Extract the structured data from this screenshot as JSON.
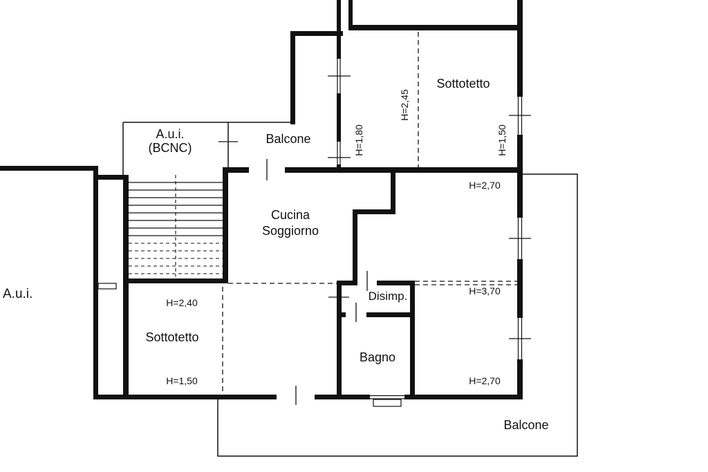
{
  "plan": {
    "title": "floor-plan",
    "rooms": {
      "aui_bcnc_line1": "A.u.i.",
      "aui_bcnc_line2": "(BCNC)",
      "balcone_top": "Balcone",
      "sottotetto_top": "Sottotetto",
      "cucina_line1": "Cucina",
      "cucina_line2": "Soggiorno",
      "aui_left": "A.u.i.",
      "sottotetto_left": "Sottotetto",
      "disimp": "Disimp.",
      "bagno": "Bagno",
      "balcone_bottom": "Balcone"
    },
    "heights": {
      "h245": "H=2,45",
      "h180": "H=1,80",
      "h150_top": "H=1,50",
      "h270_top": "H=2,70",
      "h370": "H=3,70",
      "h240": "H=2,40",
      "h150_left": "H=1,50",
      "h270_bottom": "H=2,70"
    },
    "colors": {
      "wall": "#111111",
      "background": "#ffffff"
    }
  }
}
